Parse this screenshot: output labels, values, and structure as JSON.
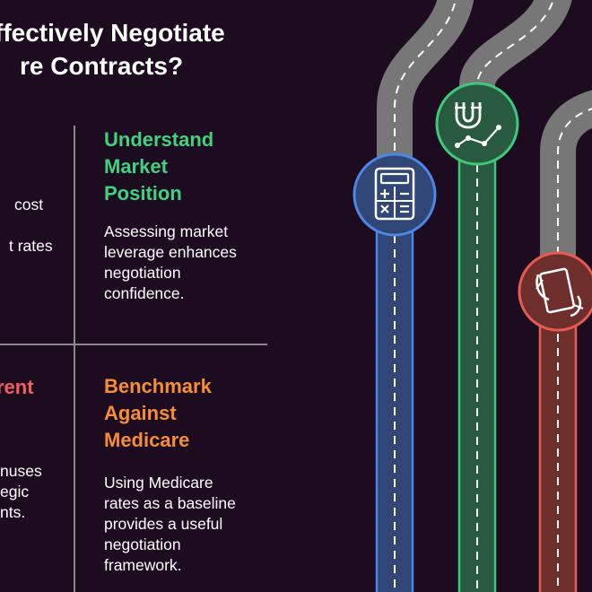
{
  "title": {
    "line1": "ffectively Negotiate",
    "line2": "re Contracts?"
  },
  "left_top_fragments": [
    "cost",
    "t rates"
  ],
  "left_bottom": {
    "heading_fragment": "rent",
    "body_fragments": [
      "nuses",
      "egic",
      "nts."
    ]
  },
  "quadrants": {
    "market": {
      "heading_lines": [
        "Understand",
        "Market",
        "Position"
      ],
      "body_lines": [
        "Assessing market",
        "leverage enhances",
        "negotiation",
        "confidence."
      ]
    },
    "medicare": {
      "heading_lines": [
        "Benchmark",
        "Against",
        "Medicare"
      ],
      "body_lines": [
        "Using Medicare",
        "rates as a baseline",
        "provides a useful",
        "negotiation",
        "framework."
      ]
    }
  },
  "roads": [
    {
      "icon": "calculator-icon",
      "color": "#4e86e6",
      "fill": "#2f4677"
    },
    {
      "icon": "magnet-trend-icon",
      "color": "#3fc97c",
      "fill": "#275a3f"
    },
    {
      "icon": "hand-document-icon",
      "color": "#e85a52",
      "fill": "#6d2e2c"
    }
  ],
  "colors": {
    "background": "#1d0c20",
    "green": "#3fd27f",
    "orange": "#f58e3a",
    "red": "#f0605e",
    "road": "#777777",
    "divider": "#8a8a8a"
  }
}
